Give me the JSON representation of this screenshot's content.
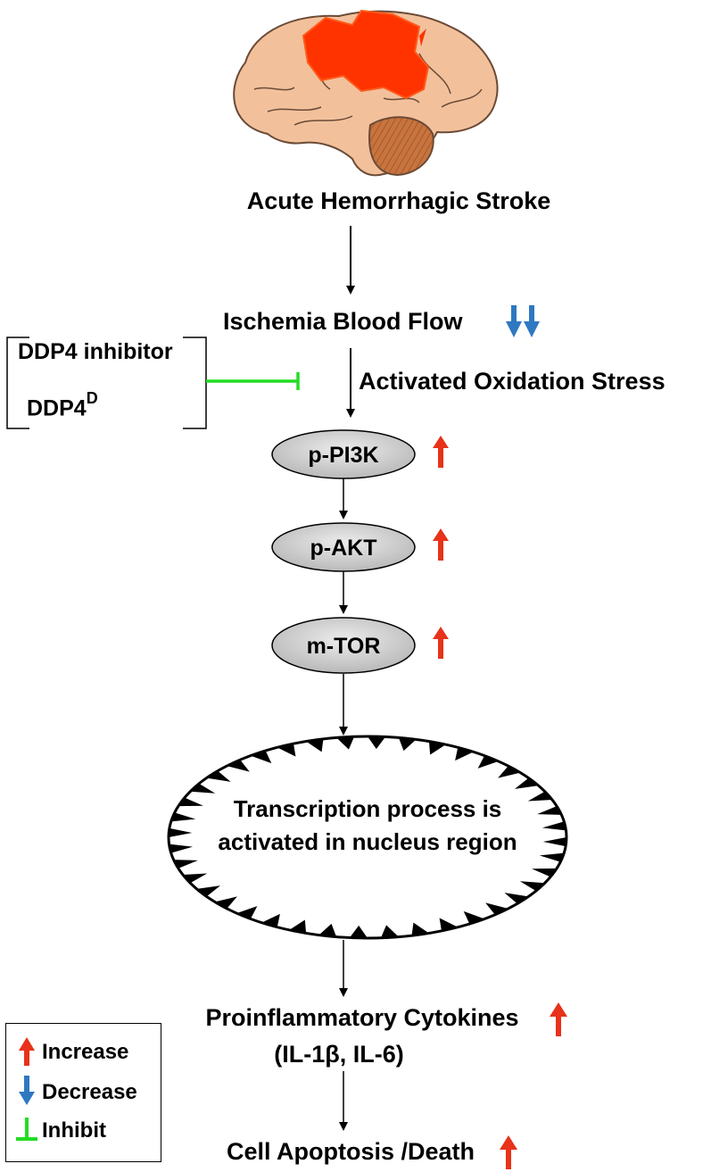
{
  "title": "Acute Hemorrhagic Stroke",
  "steps": {
    "ischemia": "Ischemia Blood Flow",
    "oxidation": "Activated Oxidation Stress",
    "pi3k": "p-PI3K",
    "akt": "p-AKT",
    "mtor": "m-TOR",
    "nucleus_line1": "Transcription process is",
    "nucleus_line2": "activated in nucleus region",
    "cytokines": "Proinflammatory Cytokines",
    "cytokines_sub": "(IL-1β, IL-6)",
    "apoptosis": "Cell Apoptosis /Death"
  },
  "inhibitor": {
    "line1": "DDP4 inhibitor",
    "line2": "DDP4",
    "line2_sup": "D"
  },
  "legend": {
    "increase": "Increase",
    "decrease": "Decrease",
    "inhibit": "Inhibit"
  },
  "colors": {
    "increase": "#e8321a",
    "decrease": "#2e78c2",
    "inhibit": "#22dd22",
    "brain": "#f2c19c",
    "lesion": "#ff3300",
    "cerebellum": "#c7743f",
    "node_fill": "#cfcfcf"
  }
}
